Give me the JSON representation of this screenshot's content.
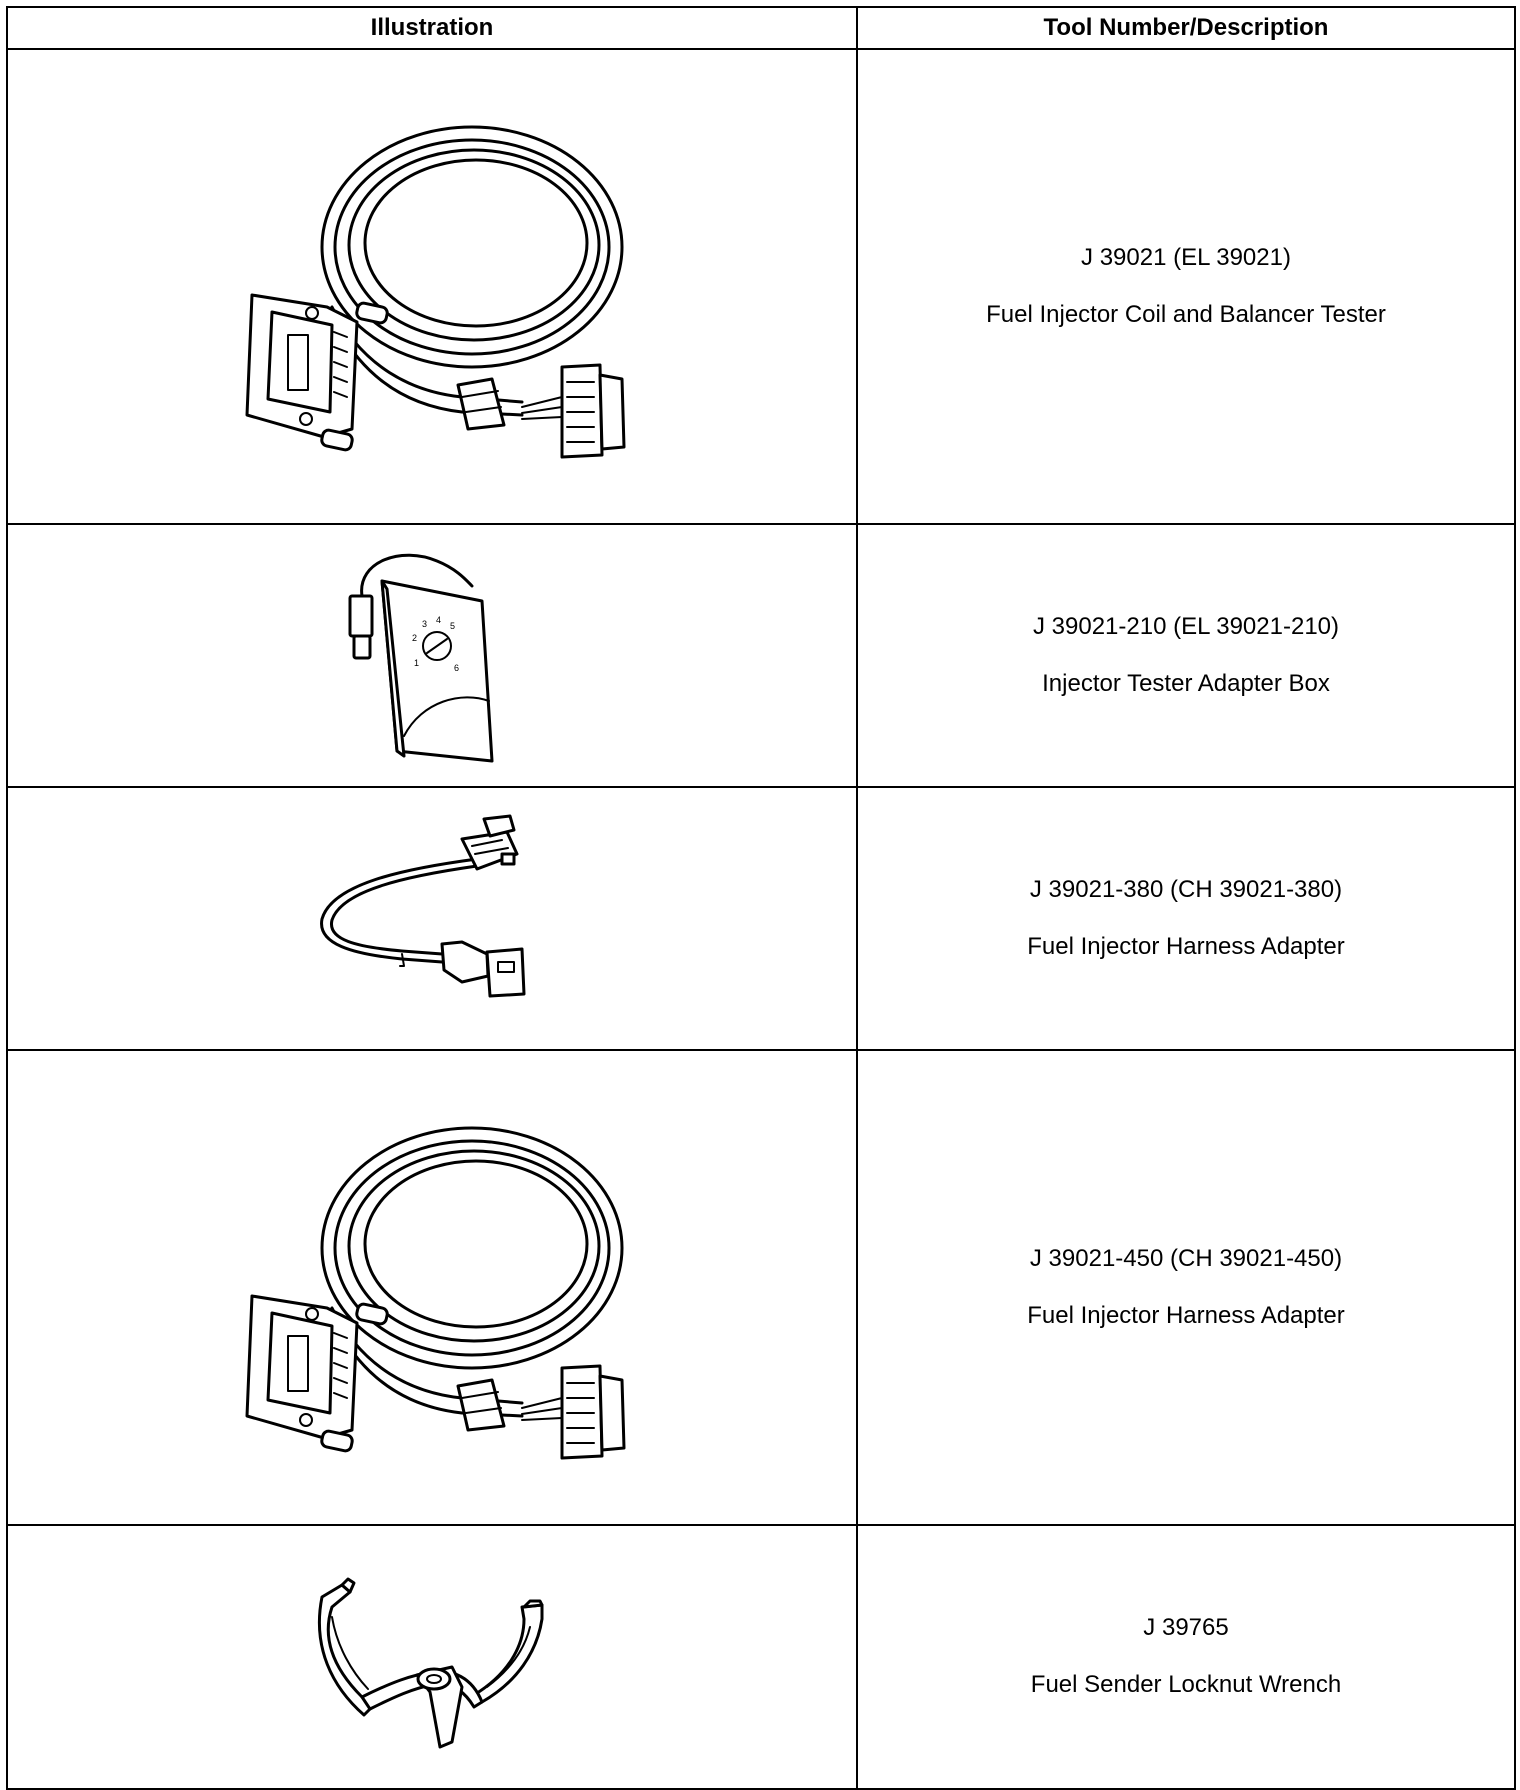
{
  "header": {
    "illustration": "Illustration",
    "tool_number_description": "Tool Number/Description"
  },
  "tools": [
    {
      "number": "J 39021 (EL 39021)",
      "description": "Fuel Injector Coil and Balancer Tester",
      "icon": "harness-cable-coil-icon"
    },
    {
      "number": "J 39021-210 (EL 39021-210)",
      "description": "Injector Tester Adapter Box",
      "icon": "adapter-box-icon"
    },
    {
      "number": "J 39021-380 (CH 39021-380)",
      "description": "Fuel Injector Harness Adapter",
      "icon": "harness-adapter-cable-icon"
    },
    {
      "number": "J 39021-450 (CH 39021-450)",
      "description": "Fuel Injector Harness Adapter",
      "icon": "harness-cable-coil-icon"
    },
    {
      "number": "J 39765",
      "description": "Fuel Sender Locknut Wrench",
      "icon": "locknut-wrench-icon"
    }
  ],
  "dial_numbers": [
    "1",
    "2",
    "3",
    "4",
    "5",
    "6"
  ]
}
